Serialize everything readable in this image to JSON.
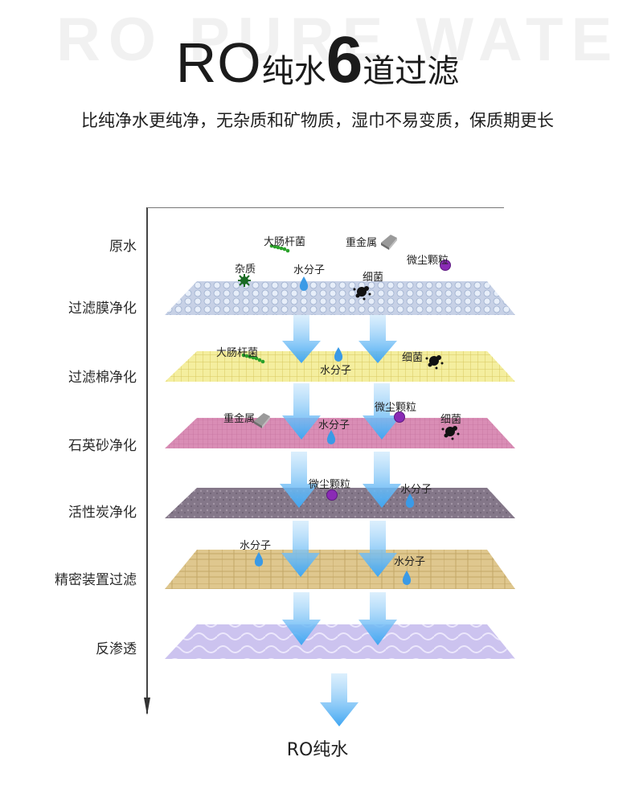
{
  "header": {
    "bg_word": "RO PURE WATE",
    "title_ro": "RO",
    "title_mid": "纯水",
    "title_num": "6",
    "title_end": "道过滤",
    "subtitle": "比纯净水更纯净，无杂质和矿物质，湿巾不易变质，保质期更长"
  },
  "stages": [
    "原水",
    "过滤膜净化",
    "过滤棉净化",
    "石英砂净化",
    "活性炭净化",
    "精密装置过滤",
    "反渗透"
  ],
  "particles": {
    "ecoli": "大肠杆菌",
    "heavy_metal": "重金属",
    "dust": "微尘颗粒",
    "impurity": "杂质",
    "water": "水分子",
    "bacteria": "细菌"
  },
  "output": "RO纯水",
  "colors": {
    "membrane": "#c9d3e6",
    "cotton": "#f3ec9c",
    "quartz": "#d891b7",
    "carbon": "#8a7d8d",
    "precision": "#dcc58b",
    "ro": "#cbc3ef",
    "arrow": "#5ab0f2",
    "ecoli": "#2aa12a",
    "dust": "#8a2bb5",
    "bacteria": "#111111",
    "impurity": "#1a6b24",
    "metal": "#8e8e8e",
    "water": "#2e8fe0"
  }
}
